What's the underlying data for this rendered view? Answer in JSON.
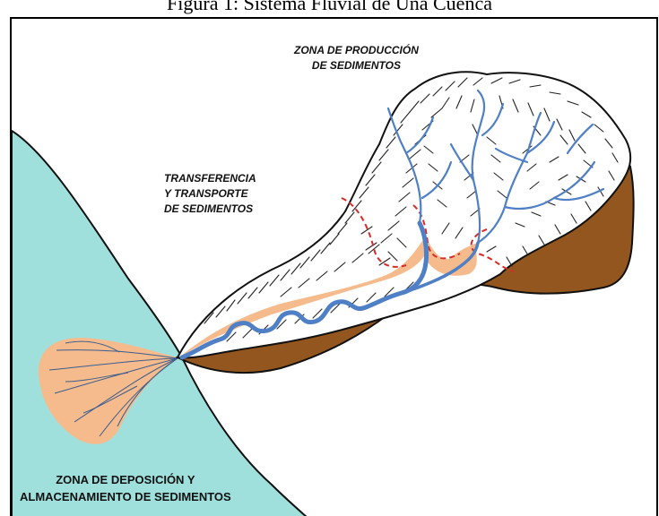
{
  "caption": "Figura 1: Sistema Fluvial de Una Cuenca",
  "labels": {
    "production": [
      "ZONA DE PRODUCCIÓN",
      "DE SEDIMENTOS"
    ],
    "transfer": [
      "TRANSFERENCIA",
      "Y TRANSPORTE",
      "DE SEDIMENTOS"
    ],
    "deposition": [
      "ZONA DE DEPOSICIÓN Y",
      "ALMACENAMIENTO DE SEDIMENTOS"
    ]
  },
  "colors": {
    "sea": "#9fe0dd",
    "fan": "#f6bb8c",
    "soil": "#93561e",
    "river": "#4f7fc4",
    "hatch": "#222222",
    "dashed_boundary": "#d92a2a"
  }
}
